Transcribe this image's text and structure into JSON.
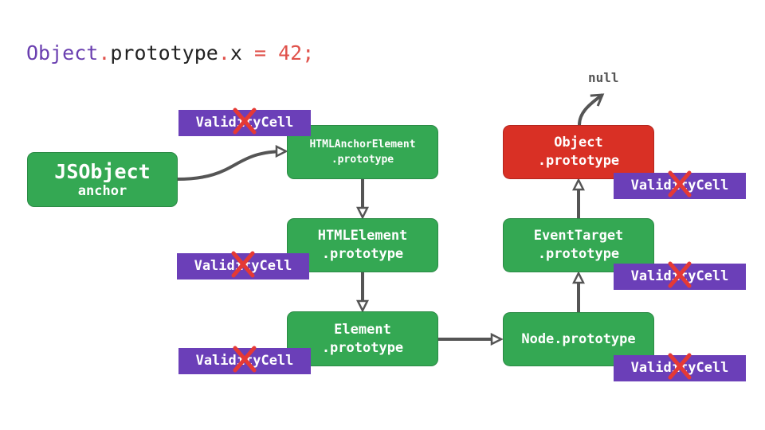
{
  "code": {
    "object": "Object",
    "dot1": ".",
    "prototype": "prototype",
    "dot2": ".",
    "x": "x",
    "rest": " = 42;"
  },
  "nodes": {
    "jsobject": {
      "line1": "JSObject",
      "line2": "anchor"
    },
    "html_anchor": {
      "line1": "HTMLAnchorElement",
      "line2": ".prototype"
    },
    "html_element": {
      "line1": "HTMLElement",
      "line2": ".prototype"
    },
    "element": {
      "line1": "Element",
      "line2": ".prototype"
    },
    "node": {
      "line1": "Node.prototype"
    },
    "event_target": {
      "line1": "EventTarget",
      "line2": ".prototype"
    },
    "object": {
      "line1": "Object",
      "line2": ".prototype"
    }
  },
  "validity_cell_label": "ValidityCell",
  "null_label": "null",
  "colors": {
    "green": "#34a853",
    "red": "#d93025",
    "purple": "#6b3fb8",
    "x_mark": "#e53935",
    "arrow": "#555555"
  },
  "icons": [
    "x-mark-icon",
    "arrow-icon"
  ]
}
